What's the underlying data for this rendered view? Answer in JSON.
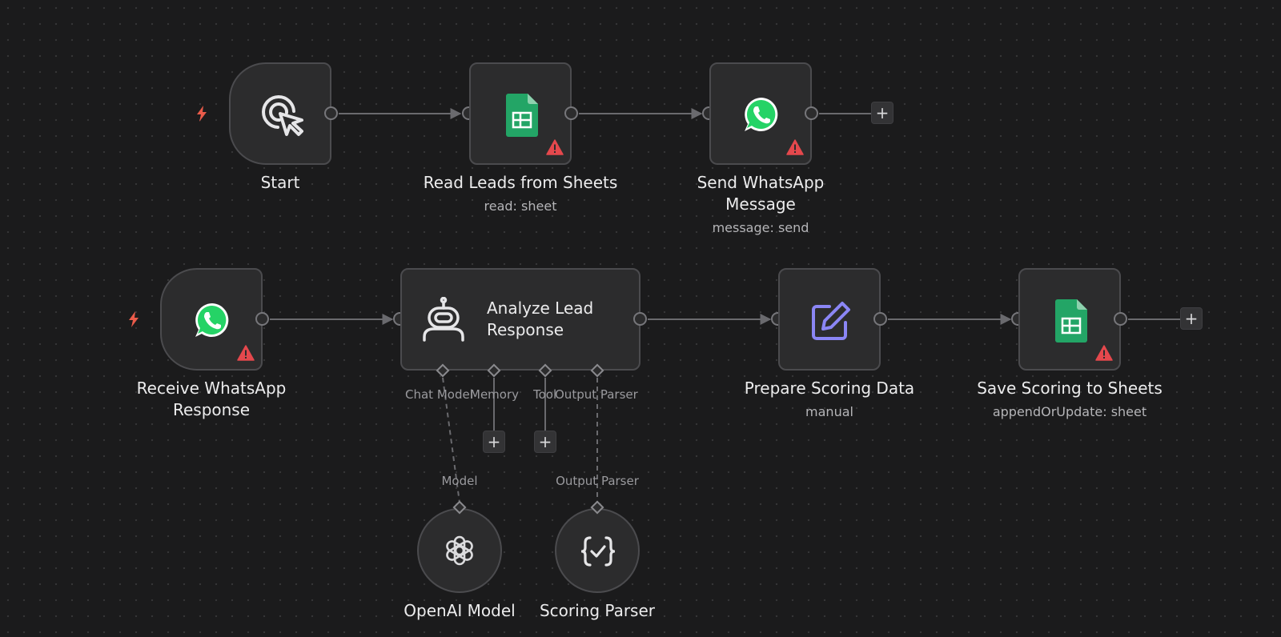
{
  "colors": {
    "canvas": "#1b1b1c",
    "node_bg": "#2c2c2d",
    "node_border": "#4b4b4e",
    "wire": "#6a6a6e",
    "trigger_bolt": "#ea5b4a",
    "warning": "#e5484d",
    "sheets_green": "#23a566",
    "whatsapp_green": "#25d366",
    "edit_purple": "#8b86f5"
  },
  "nodes": {
    "start": {
      "title": "Start",
      "icon": "cursor-click-icon",
      "trigger": true
    },
    "read_leads": {
      "title": "Read Leads from Sheets",
      "subtitle": "read: sheet",
      "icon": "google-sheets-icon",
      "warning": true
    },
    "send_whatsapp": {
      "title_line1": "Send WhatsApp",
      "title_line2": "Message",
      "subtitle": "message: send",
      "icon": "whatsapp-icon",
      "warning": true
    },
    "receive_whatsapp": {
      "title_line1": "Receive WhatsApp",
      "title_line2": "Response",
      "icon": "whatsapp-icon",
      "warning": true,
      "trigger": true
    },
    "analyze": {
      "title_line1": "Analyze Lead",
      "title_line2": "Response",
      "icon": "robot-icon",
      "ports": {
        "chat_model": "Chat Model",
        "memory": "Memory",
        "tool": "Tool",
        "output_parser": "Output Parser"
      }
    },
    "prepare": {
      "title": "Prepare Scoring Data",
      "subtitle": "manual",
      "icon": "edit-icon"
    },
    "save_scoring": {
      "title": "Save Scoring to Sheets",
      "subtitle": "appendOrUpdate: sheet",
      "icon": "google-sheets-icon",
      "warning": true
    },
    "openai": {
      "title": "OpenAI Model",
      "port_label": "Model",
      "icon": "openai-icon"
    },
    "scoring_parser": {
      "title": "Scoring Parser",
      "port_label": "Output Parser",
      "icon": "json-check-icon"
    }
  },
  "add_button_label": "+"
}
